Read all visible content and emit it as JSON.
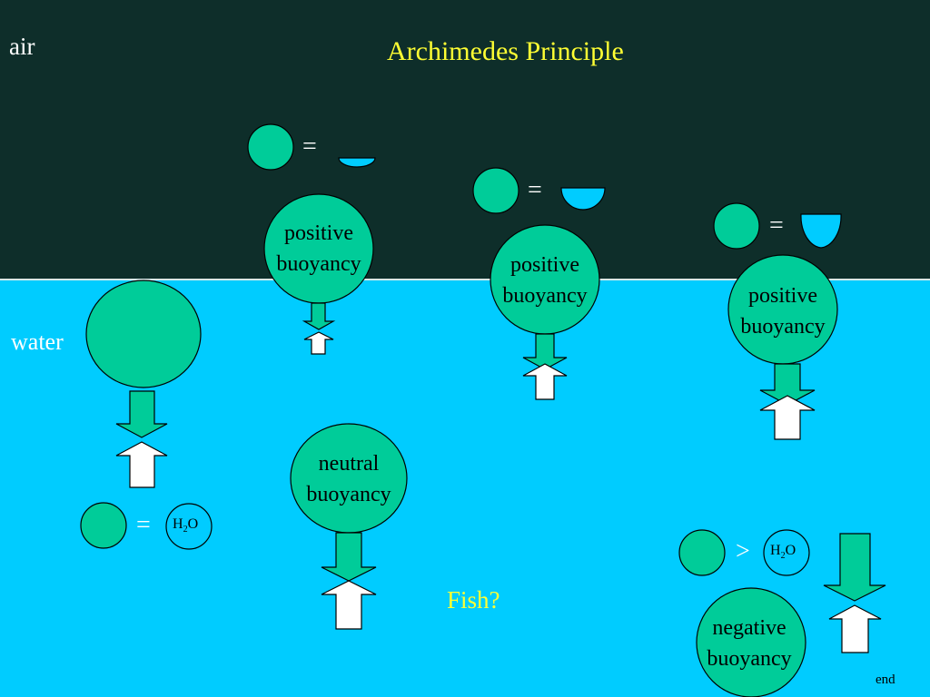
{
  "labels": {
    "air": "air",
    "water": "water",
    "title": "Archimedes Principle",
    "fish": "Fish?",
    "end": "end"
  },
  "buoyancy": {
    "positive_line1": "positive",
    "positive_line2": "buoyancy",
    "neutral_line1": "neutral",
    "neutral_line2": "buoyancy",
    "negative_line1": "negative",
    "negative_line2": "buoyancy"
  },
  "symbols": {
    "equals": "=",
    "greater": ">",
    "h2o_h": "H",
    "h2o_sub": "2",
    "h2o_o": "O"
  },
  "colors": {
    "air": "#0e2e2a",
    "water": "#00ccff",
    "object": "#00cc99",
    "displaced": "#00ccff",
    "title": "#ffff33"
  }
}
